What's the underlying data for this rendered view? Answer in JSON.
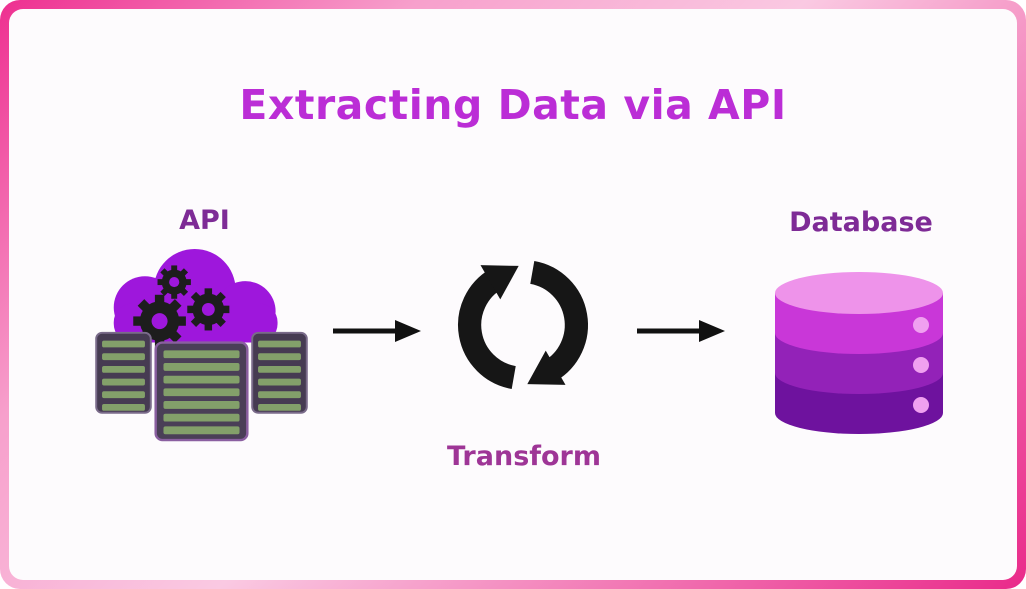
{
  "title": "Extracting Data via API",
  "nodes": {
    "api": {
      "label": "API",
      "icon": "cloud-gears-servers"
    },
    "transform": {
      "label": "Transform",
      "icon": "sync-cycle-arrows"
    },
    "database": {
      "label": "Database",
      "icon": "database-cylinders"
    }
  },
  "flow": [
    {
      "from": "API",
      "to": "Transform"
    },
    {
      "from": "Transform",
      "to": "Database"
    }
  ],
  "colors": {
    "title": "#bb2dd6",
    "api_label": "#7e2b96",
    "transform_label": "#9e3596",
    "database_label": "#7e2b96",
    "frame_pink": "#ee2f90",
    "cloud_purple": "#9e17dc",
    "gear_black": "#1d1d1d",
    "server_body": "#463b52",
    "server_slot_green": "#83a06a",
    "arrow_black": "#111111",
    "cycle_black": "#161616",
    "database_top": "#ee93ea",
    "database_band_top": "#c937d8",
    "database_band_mid": "#9322b8",
    "database_band_bottom": "#6e129e",
    "database_dot": "#f0a0f0",
    "canvas_bg": "#fdfbfd"
  }
}
